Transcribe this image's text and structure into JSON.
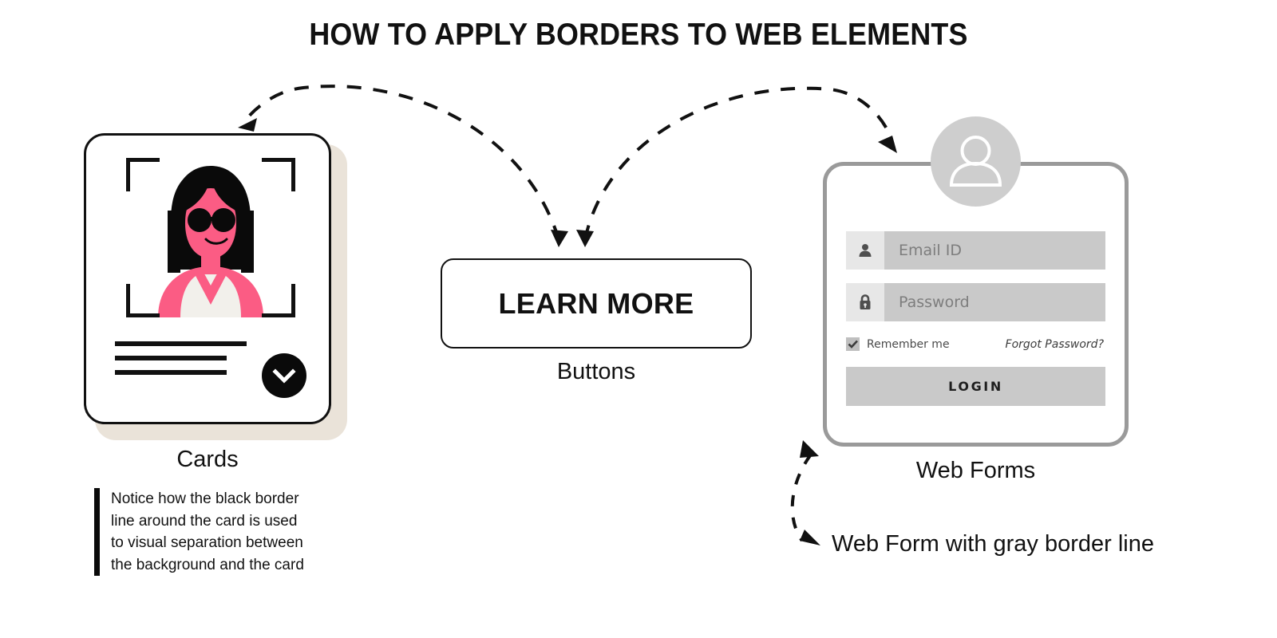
{
  "page": {
    "title": "HOW TO APPLY BORDERS TO WEB ELEMENTS",
    "background": "#FFFFFF"
  },
  "colors": {
    "ink": "#111111",
    "accent_pink": "#FB5C84",
    "cream": "#F2F0EB",
    "card_shadow_beige": "#EAE3D9",
    "form_border_gray": "#9A9A9A",
    "field_bg_gray": "#C9C9C9",
    "field_icon_gray": "#E7E7E7",
    "avatar_circle_gray": "#CECECE"
  },
  "card_section": {
    "label": "Cards",
    "photo_icon": "portrait-photo",
    "corner_brackets": 4,
    "text_lines": 3,
    "expand_icon": "chevron-down-icon",
    "note": "Notice how the black border line around the card is used to visual separation between the background and the card"
  },
  "button_section": {
    "button_label": "LEARN MORE",
    "label": "Buttons"
  },
  "form_section": {
    "label": "Web Forms",
    "caption": "Web Form with gray border line",
    "avatar_icon": "user-avatar-icon",
    "fields": [
      {
        "icon": "user-icon",
        "placeholder": "Email ID",
        "value": ""
      },
      {
        "icon": "lock-icon",
        "placeholder": "Password",
        "value": ""
      }
    ],
    "remember_label": "Remember me",
    "remember_checked": true,
    "forgot_label": "Forgot Password?",
    "submit_label": "LOGIN"
  },
  "arrows": {
    "left_arc": "button-to-card",
    "right_arc": "button-to-web-form",
    "bottom_arc": "caption-to-web-form"
  }
}
